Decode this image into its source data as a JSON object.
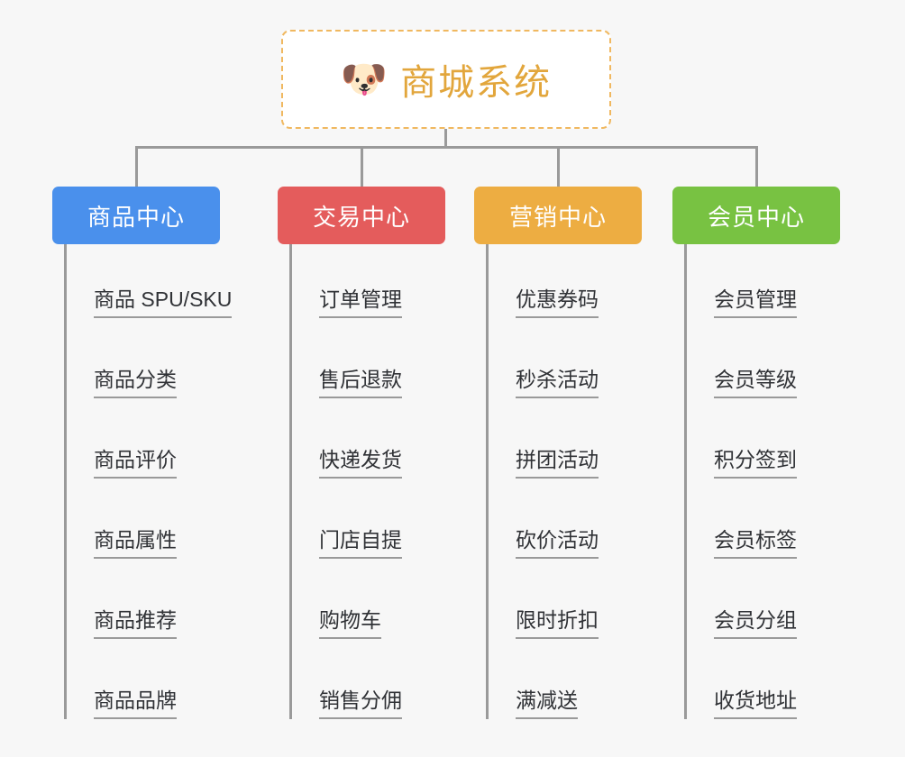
{
  "root": {
    "icon": "dog-face-icon",
    "emoji": "🐶",
    "title": "商城系统",
    "border_color": "#f0b860",
    "title_color": "#e2a63c",
    "background": "#ffffff"
  },
  "canvas": {
    "background": "#f7f7f7",
    "connector_color": "#9a9a9a"
  },
  "columns": [
    {
      "id": "product-center",
      "header": "商品中心",
      "color": "#4a90ec",
      "items": [
        "商品 SPU/SKU",
        "商品分类",
        "商品评价",
        "商品属性",
        "商品推荐",
        "商品品牌"
      ]
    },
    {
      "id": "trade-center",
      "header": "交易中心",
      "color": "#e45c5c",
      "items": [
        "订单管理",
        "售后退款",
        "快递发货",
        "门店自提",
        "购物车",
        "销售分佣"
      ]
    },
    {
      "id": "marketing-center",
      "header": "营销中心",
      "color": "#edad42",
      "items": [
        "优惠券码",
        "秒杀活动",
        "拼团活动",
        "砍价活动",
        "限时折扣",
        "满减送"
      ]
    },
    {
      "id": "member-center",
      "header": "会员中心",
      "color": "#78c242",
      "items": [
        "会员管理",
        "会员等级",
        "积分签到",
        "会员标签",
        "会员分组",
        "收货地址"
      ]
    }
  ]
}
